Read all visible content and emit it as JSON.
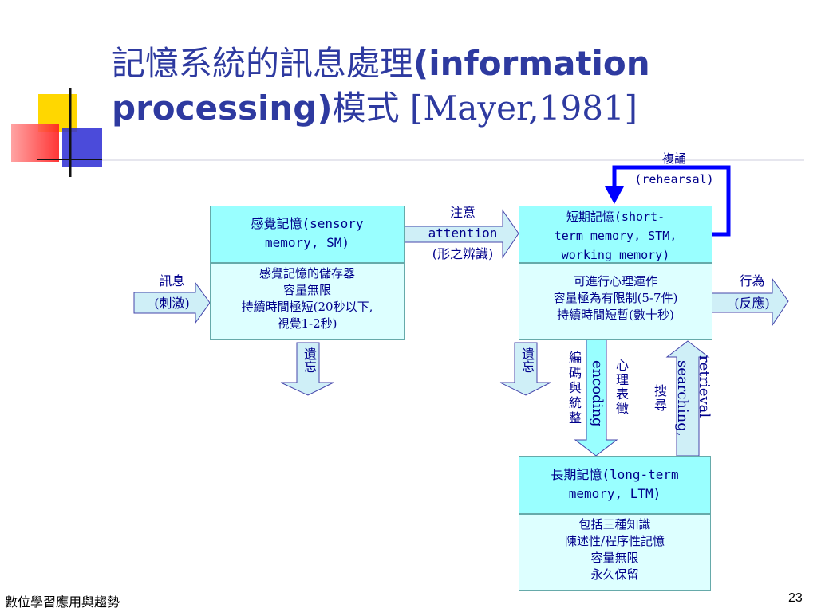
{
  "title": {
    "line1_cjk": "記憶系統的訊息處理",
    "line1_en": "(information",
    "line2_en": "processing)",
    "line2_cjk": "模式 [Mayer,1981]"
  },
  "sensory": {
    "header": [
      "感覺記憶(sensory",
      "memory, SM)"
    ],
    "body": [
      "感覺記憶的儲存器",
      "容量無限",
      "持續時間極短(20秒以下,",
      "視覺1-2秒)"
    ]
  },
  "stm": {
    "header": [
      "短期記憶(short-",
      "term memory, STM,",
      "working memory)"
    ],
    "body": [
      "可進行心理運作",
      "容量極為有限制(5-7件)",
      "持續時間短暫(數十秒)"
    ]
  },
  "ltm": {
    "header": [
      "長期記憶(long-term",
      "memory, LTM)"
    ],
    "body": [
      "包括三種知識",
      "陳述性/程序性記憶",
      "容量無限",
      "永久保留"
    ]
  },
  "labels": {
    "info": [
      "訊息",
      "(刺激)"
    ],
    "attention": [
      "注意",
      "attention",
      "(形之辨識)"
    ],
    "behavior": [
      "行為",
      "(反應)"
    ],
    "rehearsal": [
      "複誦",
      "(rehearsal)"
    ],
    "forget": "遺忘",
    "encode_cjk": "編碼與統整",
    "encode_en": "encoding",
    "psych": "心理表徵",
    "search_cjk": "搜尋",
    "search_en": "searching,",
    "retrieval_en": "retrieval"
  },
  "footer": {
    "left": "數位學習應用與趨勢",
    "page": "23"
  },
  "colors": {
    "box": "#99ffff",
    "box_light": "#ddffff",
    "text": "#00008b",
    "arrow_fill": "#cfeff7",
    "accent_blue": "#0000ff",
    "title": "#2e3aa0"
  }
}
